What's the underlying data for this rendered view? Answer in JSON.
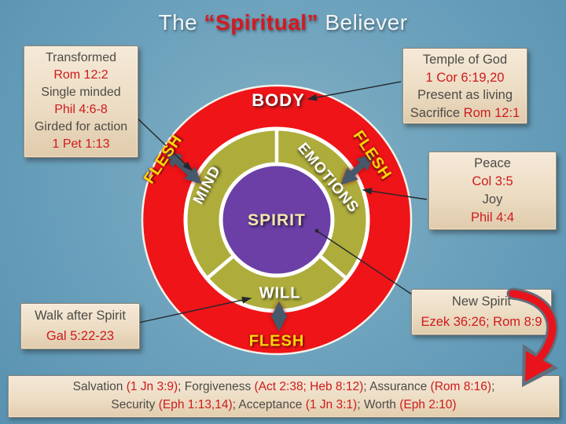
{
  "title": {
    "prefix": "The ",
    "word": "“Spiritual”",
    "suffix": " Believer"
  },
  "diagram": {
    "body_label": "BODY",
    "mind_label": "MIND",
    "emotions_label": "EMOTIONS",
    "will_label": "WILL",
    "spirit_label": "SPIRIT",
    "flesh_upper_left": "FLESH",
    "flesh_upper_right": "FLESH",
    "flesh_bottom": "FLESH"
  },
  "boxes": {
    "transformed": {
      "lines": [
        {
          "text": "Transformed"
        },
        {
          "text": "Rom 12:2"
        },
        {
          "text": "Single minded"
        },
        {
          "text": "Phil 4:6-8"
        },
        {
          "text": "Girded for action"
        },
        {
          "text": "1 Pet 1:13"
        }
      ]
    },
    "temple": {
      "line1": "Temple of God",
      "line2": "1 Cor 6:19,20",
      "line3": "Present as living",
      "line4_dark": "Sacrifice ",
      "line4_red": "Rom 12:1"
    },
    "peace": {
      "lines": [
        {
          "text": "Peace"
        },
        {
          "text": "Col 3:5"
        },
        {
          "text": "Joy"
        },
        {
          "text": "Phil 4:4"
        }
      ]
    },
    "new_spirit": {
      "line1": "New Spirit",
      "line2": "Ezek 36:26; Rom 8:9"
    },
    "walk": {
      "line1": "Walk after Spirit",
      "line2": "Gal 5:22-23"
    }
  },
  "bottom_bar": {
    "line1": [
      {
        "t": "Salvation "
      },
      {
        "t": "(1 Jn 3:9)"
      },
      {
        "t": "; Forgiveness "
      },
      {
        "t": "(Act 2:38; Heb 8:12)"
      },
      {
        "t": "; Assurance "
      },
      {
        "t": "(Rom 8:16)"
      },
      {
        "t": ";"
      }
    ],
    "line2": [
      {
        "t": "Security "
      },
      {
        "t": "(Eph 1:13,14)"
      },
      {
        "t": "; Acceptance "
      },
      {
        "t": "(1 Jn 3:1)"
      },
      {
        "t": "; Worth "
      },
      {
        "t": "(Eph 2:10)"
      }
    ]
  },
  "colors": {
    "background_blue": "#699fbb",
    "ring_red": "#ee1418",
    "ring_olive": "#aead3b",
    "center_purple": "#6b3fa6",
    "flesh_yellow": "#ffd60a",
    "reference_red": "#cf1b1b",
    "box_beige": "#ecdcc3",
    "arrow_gray": "#46596b",
    "title_highlight_red": "#d6191f"
  }
}
